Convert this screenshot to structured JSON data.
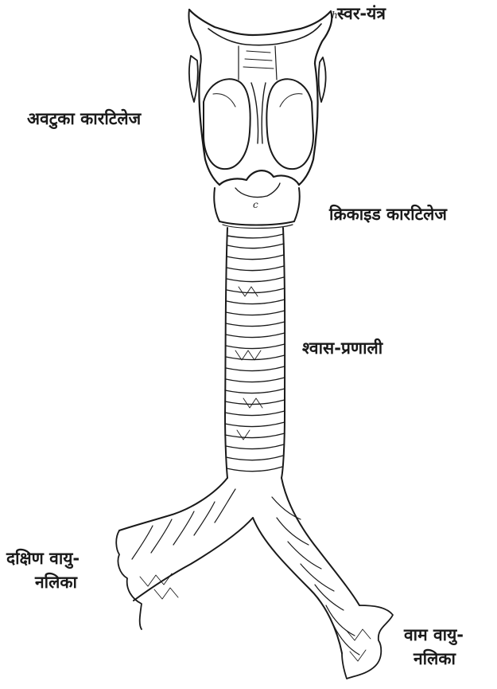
{
  "labels": {
    "larynx": "स्वर-यंत्र",
    "thyroid_cartilage": "अवटुका कारटिलेज",
    "cricoid_cartilage": "क्रिकाइड कारटिलेज",
    "trachea": "श्वास-प्रणाली",
    "right_bronchus_line1": "दक्षिण वायु-",
    "right_bronchus_line2": "नलिका",
    "left_bronchus_line1": "वाम वायु-",
    "left_bronchus_line2": "नलिका",
    "marker_h": "h",
    "marker_c": "c"
  },
  "colors": {
    "ink": "#1a1a1a",
    "background": "#ffffff"
  }
}
